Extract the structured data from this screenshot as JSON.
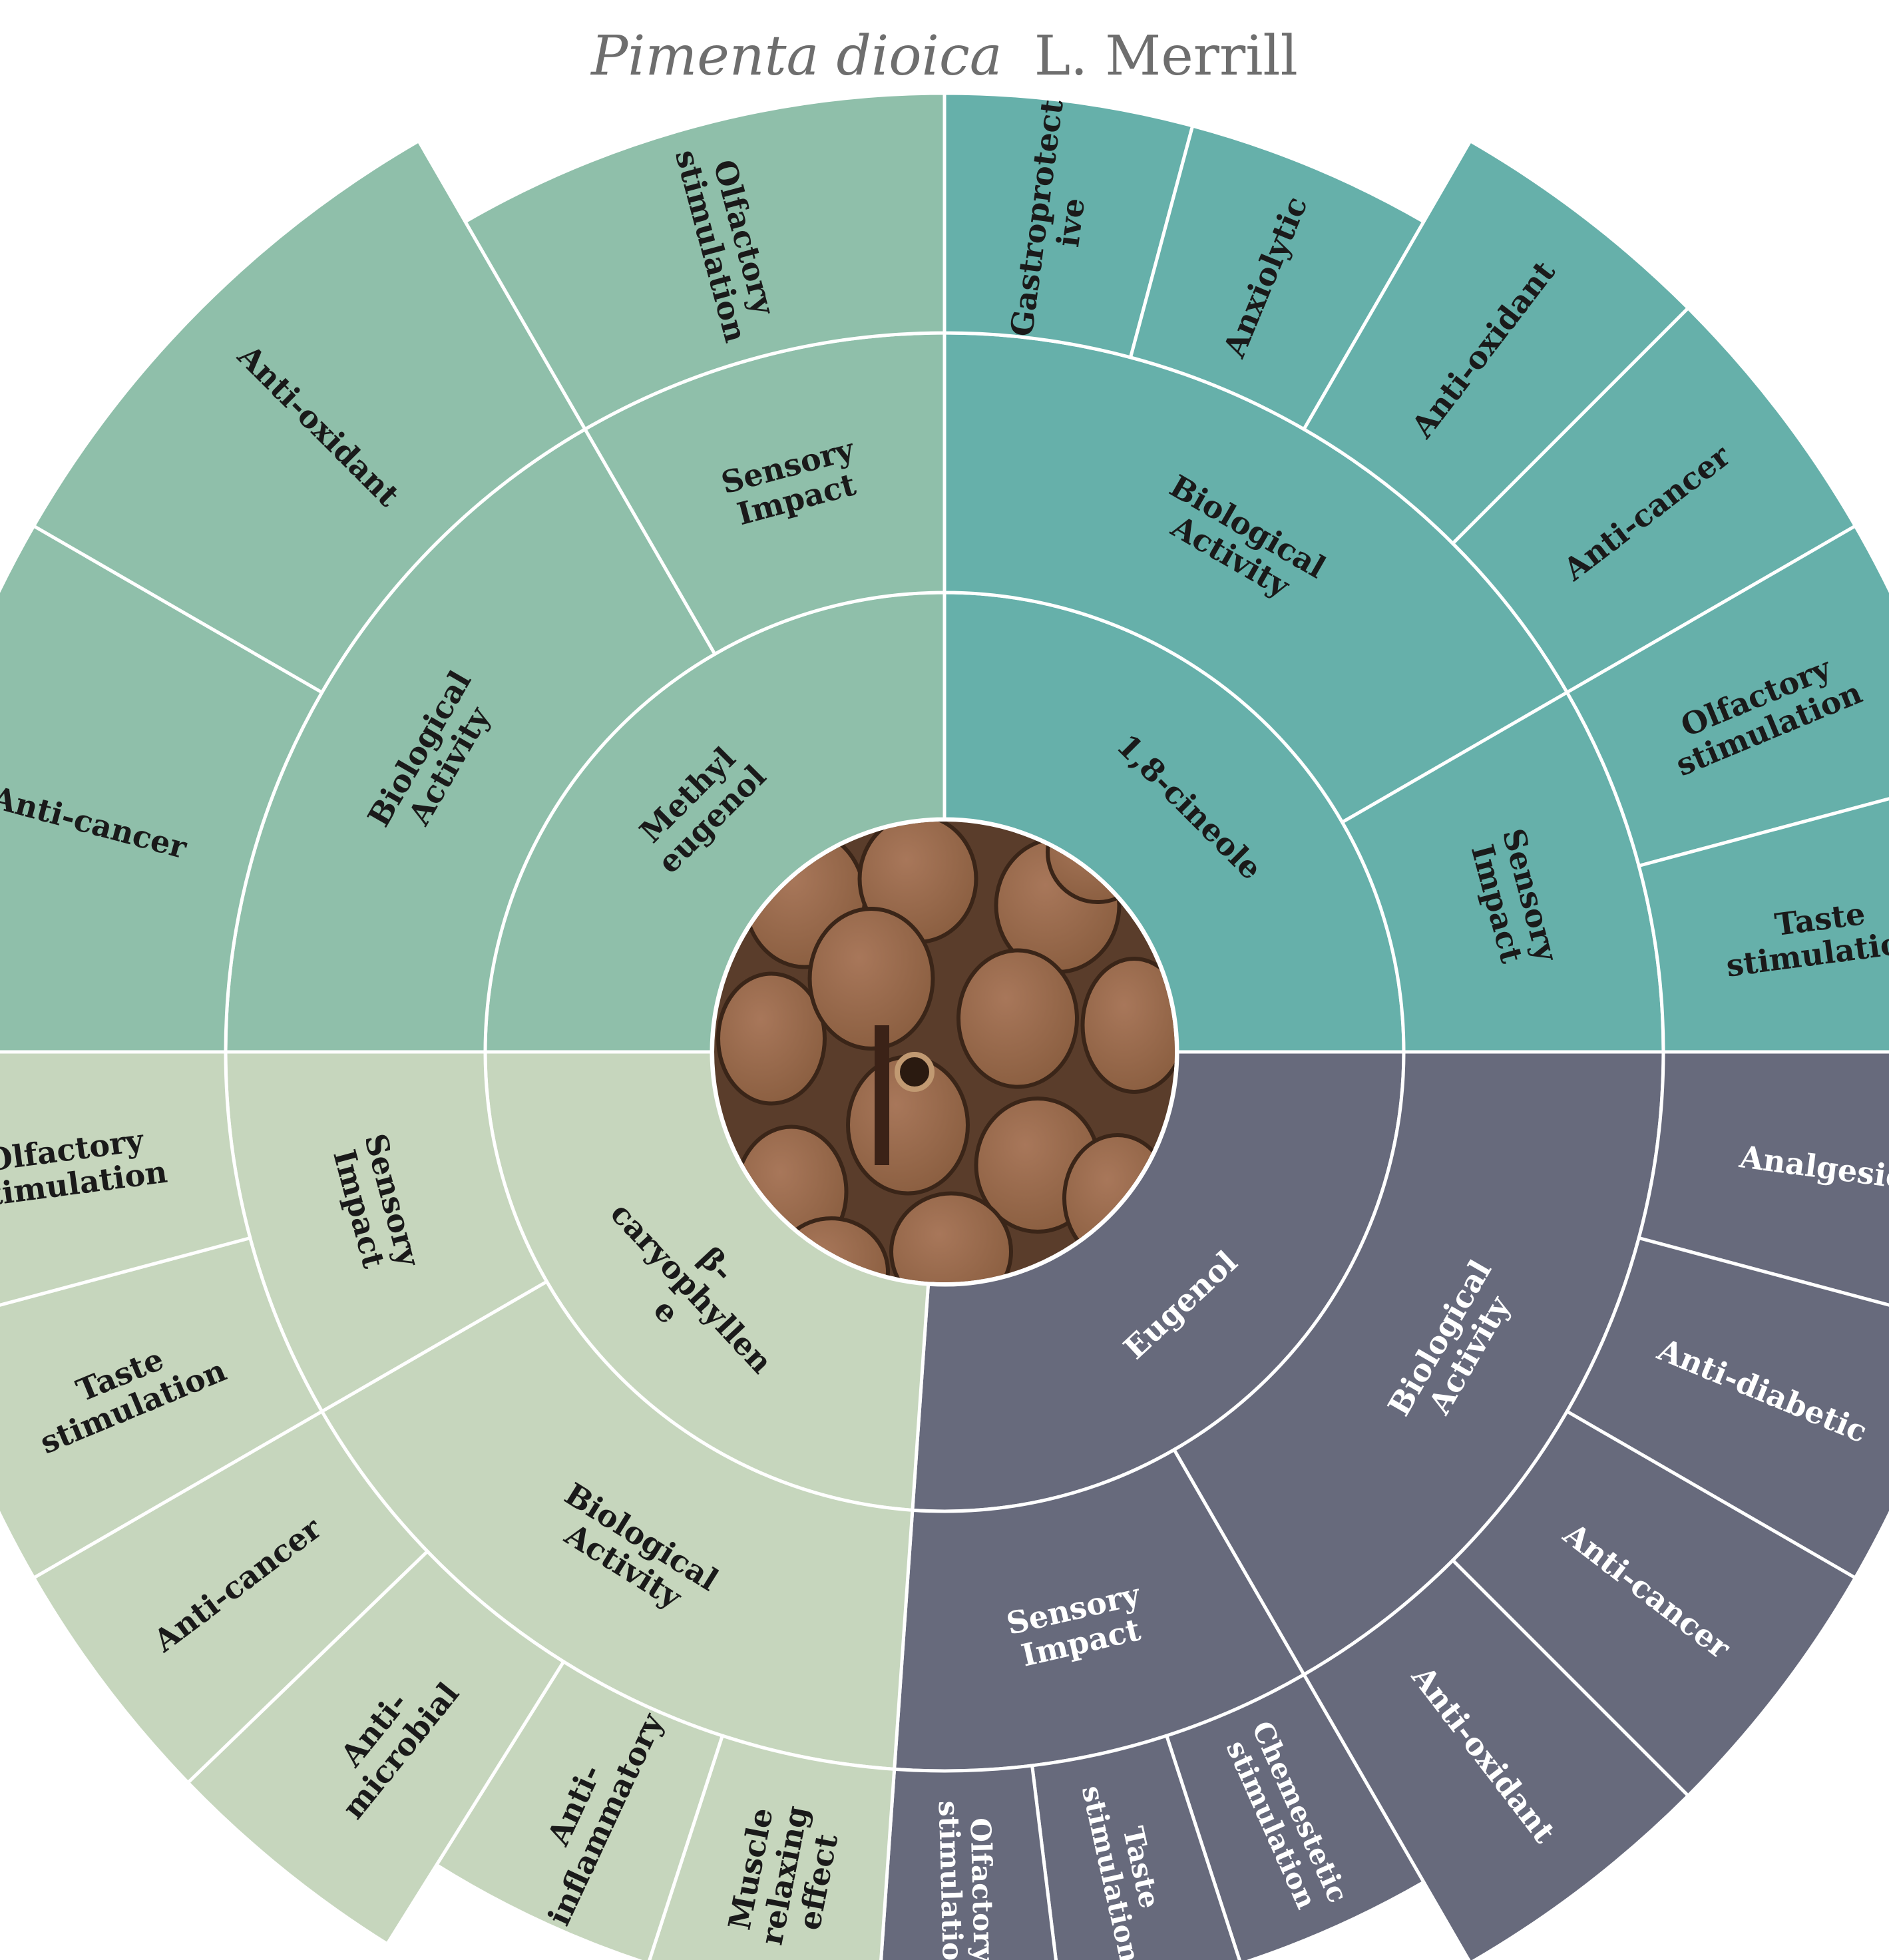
{
  "title": {
    "italic": "Pimenta dioica",
    "rest": "L. Merrill"
  },
  "colors": {
    "methyl_eugenol": "#8fbfaa",
    "cineole": "#66b0aa",
    "eugenol": "#676a7c",
    "caryophyllene": "#c6d6bd",
    "border": "#ffffff",
    "center_bg": "#5a3d2b",
    "seed": "#8a5e40",
    "seed_light": "#a8775a",
    "dark_text": "#1a1a1a",
    "light_text": "#ffffff",
    "title_text": "#6e6e6e"
  },
  "center": {
    "image": "allspice-berries-photo"
  },
  "chart_data": {
    "type": "sunburst",
    "compounds": [
      {
        "name": "Methyl eugenol",
        "label_lines": [
          "Methyl",
          "eugenol"
        ],
        "span": [
          270,
          360
        ],
        "color_key": "methyl_eugenol",
        "text_key": "dark_text",
        "categories": [
          {
            "name": "Biological Activity",
            "label_lines": [
              "Biological",
              "Activity"
            ],
            "span": [
              270,
              330
            ],
            "leaves": [
              {
                "label_lines": [
                  "Anti-cancer"
                ],
                "span": [
                  270,
                  300
                ]
              },
              {
                "label_lines": [
                  "Anti-oxidant"
                ],
                "span": [
                  300,
                  330
                ]
              }
            ]
          },
          {
            "name": "Sensory Impact",
            "label_lines": [
              "Sensory",
              "Impact"
            ],
            "span": [
              330,
              360
            ],
            "leaves": [
              {
                "label_lines": [
                  "Olfactory",
                  "stimulation"
                ],
                "span": [
                  330,
                  360
                ]
              }
            ]
          }
        ]
      },
      {
        "name": "1,8-cineole",
        "label_lines": [
          "1,8-cineole"
        ],
        "span": [
          0,
          90
        ],
        "color_key": "cineole",
        "text_key": "dark_text",
        "categories": [
          {
            "name": "Biological Activity",
            "label_lines": [
              "Biological",
              "Activity"
            ],
            "span": [
              0,
              60
            ],
            "leaves": [
              {
                "label_lines": [
                  "Gastroprotect",
                  "ive"
                ],
                "span": [
                  0,
                  15
                ]
              },
              {
                "label_lines": [
                  "Anxiolytic"
                ],
                "span": [
                  15,
                  30
                ]
              },
              {
                "label_lines": [
                  "Anti-oxidant"
                ],
                "span": [
                  30,
                  45
                ]
              },
              {
                "label_lines": [
                  "Anti-cancer"
                ],
                "span": [
                  45,
                  60
                ]
              }
            ]
          },
          {
            "name": "Sensory Impact",
            "label_lines": [
              "Sensory",
              "Impact"
            ],
            "span": [
              60,
              90
            ],
            "leaves": [
              {
                "label_lines": [
                  "Olfactory",
                  "stimulation"
                ],
                "span": [
                  60,
                  75
                ]
              },
              {
                "label_lines": [
                  "Taste",
                  "stimulation"
                ],
                "span": [
                  75,
                  90
                ]
              }
            ]
          }
        ]
      },
      {
        "name": "Eugenol",
        "label_lines": [
          "Eugenol"
        ],
        "span": [
          90,
          184
        ],
        "color_key": "eugenol",
        "text_key": "light_text",
        "categories": [
          {
            "name": "Biological Activity",
            "label_lines": [
              "Biological",
              "Activity"
            ],
            "span": [
              90,
              150
            ],
            "leaves": [
              {
                "label_lines": [
                  "Analgesic"
                ],
                "span": [
                  90,
                  105
                ]
              },
              {
                "label_lines": [
                  "Anti-diabetic"
                ],
                "span": [
                  105,
                  120
                ]
              },
              {
                "label_lines": [
                  "Anti-cancer"
                ],
                "span": [
                  120,
                  135
                ]
              },
              {
                "label_lines": [
                  "Anti-oxidant"
                ],
                "span": [
                  135,
                  150
                ]
              }
            ]
          },
          {
            "name": "Sensory Impact",
            "label_lines": [
              "Sensory",
              "Impact"
            ],
            "span": [
              150,
              184
            ],
            "leaves": [
              {
                "label_lines": [
                  "Chemestetic",
                  "stimulation"
                ],
                "span": [
                  150,
                  162
                ]
              },
              {
                "label_lines": [
                  "Taste",
                  "stimulation"
                ],
                "span": [
                  162,
                  173
                ]
              },
              {
                "label_lines": [
                  "Olfactory",
                  "stimulation"
                ],
                "span": [
                  173,
                  184
                ]
              }
            ]
          }
        ]
      },
      {
        "name": "β-caryophyllene",
        "label_lines": [
          "β-",
          "caryophyllen",
          "e"
        ],
        "span": [
          184,
          270
        ],
        "color_key": "caryophyllene",
        "text_key": "dark_text",
        "categories": [
          {
            "name": "Biological Activity",
            "label_lines": [
              "Biological",
              "Activity"
            ],
            "span": [
              184,
              240
            ],
            "leaves": [
              {
                "label_lines": [
                  "Muscle",
                  "relaxing",
                  "effect"
                ],
                "span": [
                  184,
                  198
                ]
              },
              {
                "label_lines": [
                  "Anti-",
                  "inflammatory"
                ],
                "span": [
                  198,
                  212
                ]
              },
              {
                "label_lines": [
                  "Anti-",
                  "microbial"
                ],
                "span": [
                  212,
                  226
                ]
              },
              {
                "label_lines": [
                  "Anti-cancer"
                ],
                "span": [
                  226,
                  240
                ]
              }
            ]
          },
          {
            "name": "Sensory Impact",
            "label_lines": [
              "Sensory",
              "Impact"
            ],
            "span": [
              240,
              270
            ],
            "leaves": [
              {
                "label_lines": [
                  "Taste",
                  "stimulation"
                ],
                "span": [
                  240,
                  255
                ]
              },
              {
                "label_lines": [
                  "Olfactory",
                  "stimulation"
                ],
                "span": [
                  255,
                  270
                ]
              }
            ]
          }
        ]
      }
    ]
  }
}
